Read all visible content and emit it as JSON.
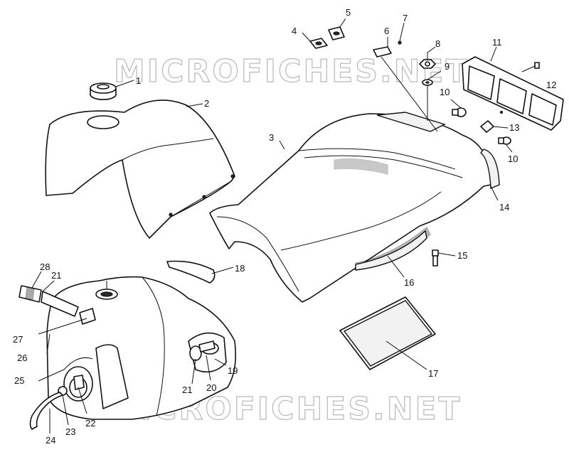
{
  "watermark": {
    "text": "MICROFICHES.NET"
  },
  "callouts": {
    "c1": "1",
    "c2": "2",
    "c3": "3",
    "c4": "4",
    "c5": "5",
    "c6": "6",
    "c7": "7",
    "c8": "8",
    "c9": "9",
    "c10a": "10",
    "c10b": "10",
    "c11": "11",
    "c12": "12",
    "c13": "13",
    "c14": "14",
    "c15": "15",
    "c16": "16",
    "c17": "17",
    "c18": "18",
    "c19": "19",
    "c20": "20",
    "c21a": "21",
    "c21b": "21",
    "c22": "22",
    "c23": "23",
    "c24": "24",
    "c25": "25",
    "c26": "26",
    "c27": "27",
    "c28": "28"
  },
  "colors": {
    "line": "#111111",
    "watermark": "#b8b8b8",
    "background": "#ffffff"
  }
}
